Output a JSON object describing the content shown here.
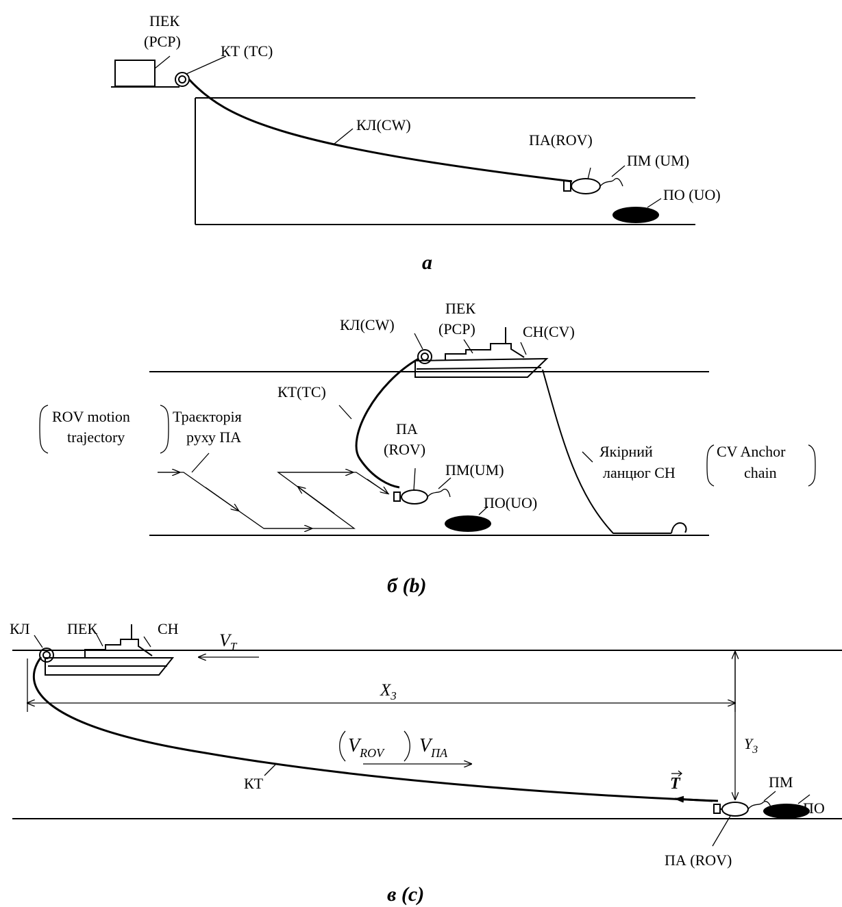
{
  "panel_a": {
    "pcp_line1": "ПЕК",
    "pcp_line2": "(PCP)",
    "tc": "КТ (TC)",
    "cw": "КЛ(CW)",
    "rov": "ПА(ROV)",
    "um": "ПМ (UM)",
    "uo": "ПО (UO)",
    "caption": "а"
  },
  "panel_b": {
    "cw": "КЛ(CW)",
    "pcp_line1": "ПЕК",
    "pcp_line2": "(PCP)",
    "cv": "СН(CV)",
    "tc": "КТ(ТС)",
    "traj_en_line1": "ROV motion",
    "traj_en_line2": "trajectory",
    "traj_uk_line1": "Траєкторія",
    "traj_uk_line2": "руху ПА",
    "rov_line1": "ПА",
    "rov_line2": "(ROV)",
    "um": "ПМ(UM)",
    "uo": "ПО(UO)",
    "anchor_uk_line1": "Якірний",
    "anchor_uk_line2": "ланцюг СН",
    "anchor_en_line1": "CV Anchor",
    "anchor_en_line2": "chain",
    "caption": "б (b)"
  },
  "panel_c": {
    "cw": "КЛ",
    "pcp": "ПЕК",
    "cv": "СН",
    "vt_main": "V",
    "vt_sub": "T",
    "x3_main": "X",
    "x3_sub": "3",
    "y3_main": "Y",
    "y3_sub": "3",
    "vrov_main": "V",
    "vrov_sub": "ROV",
    "vpa_main": "V",
    "vpa_sub": "ПА",
    "t_vec": "T",
    "tc": "КТ",
    "um": "ПМ",
    "uo": "ПО",
    "rov": "ПА (ROV)",
    "caption": "в (c)"
  }
}
